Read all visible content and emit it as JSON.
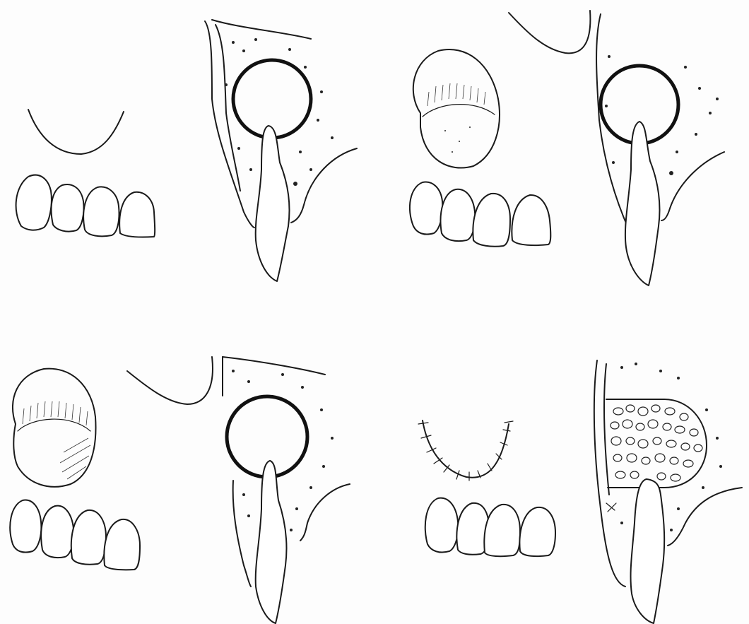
{
  "panels": [
    {
      "id": "top-left",
      "incision": "curved",
      "flap": "none",
      "defect": "open",
      "graft": "none"
    },
    {
      "id": "top-right",
      "incision": "none",
      "flap": "raised",
      "defect": "open",
      "graft": "none"
    },
    {
      "id": "bottom-left",
      "incision": "none",
      "flap": "raised",
      "defect": "open",
      "graft": "none"
    },
    {
      "id": "bottom-right",
      "incision": "sutured",
      "flap": "closed",
      "defect": "filled",
      "graft": "particulate"
    }
  ],
  "colors": {
    "ink": "#1a1a1a",
    "paper": "#fdfdfd"
  }
}
